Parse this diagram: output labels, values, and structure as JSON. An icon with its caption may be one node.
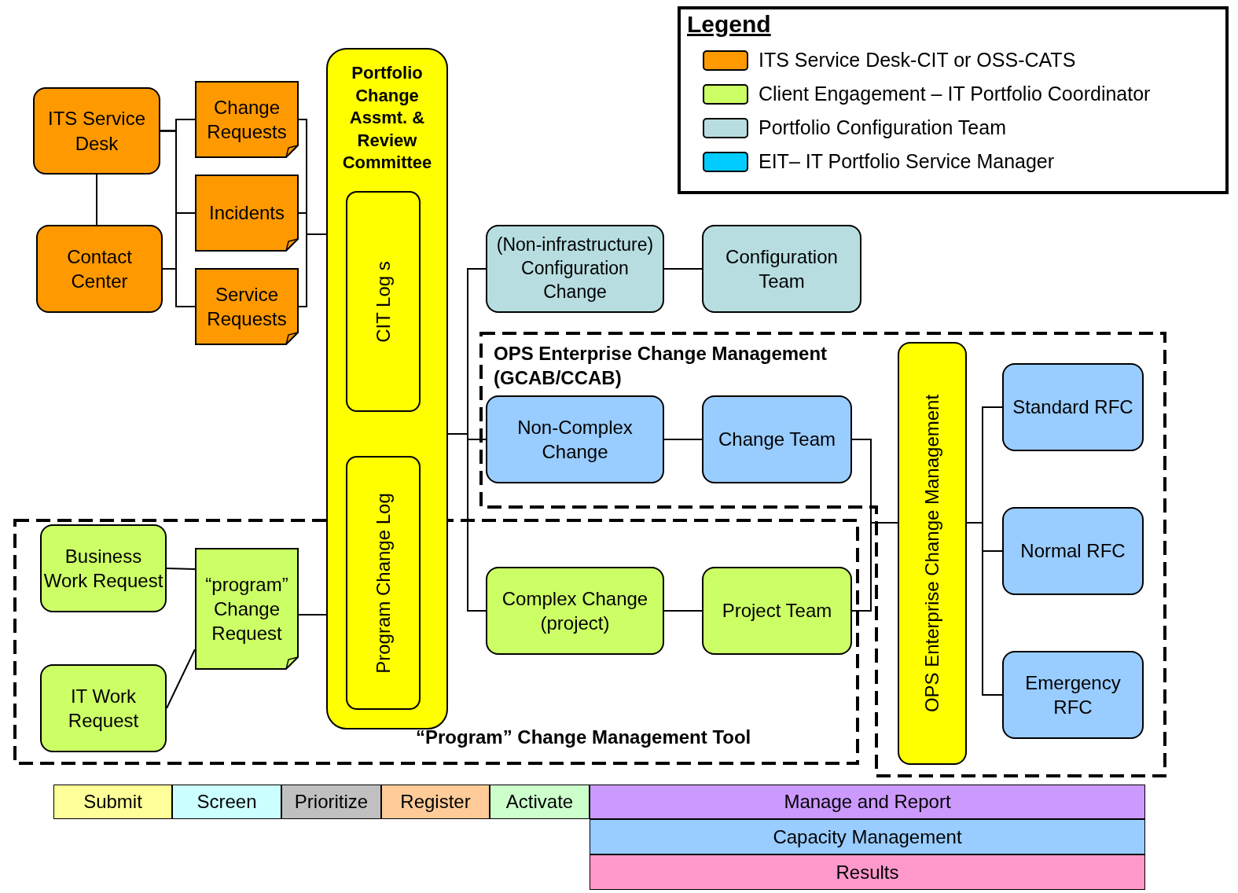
{
  "diagram": {
    "nodes": [
      {
        "text": [
          "ITS Service Desk"
        ]
      },
      {
        "text": [
          "Contact Center"
        ]
      },
      {
        "text": [
          "Change Requests"
        ]
      },
      {
        "text": [
          "Incidents"
        ]
      },
      {
        "text": [
          "Service Requests"
        ]
      },
      {
        "text": [
          "Portfolio Change Assmt. & Review Committee"
        ]
      },
      {
        "text": [
          "CIT Log s"
        ],
        "in": 5
      },
      {
        "text": [
          "Program Change Log"
        ],
        "in": 5
      },
      {
        "text": [
          "(Non-infrastructure) Configuration Change"
        ]
      },
      {
        "text": [
          "Configuration Team"
        ]
      },
      {
        "text": [
          "OPS Enterprise Change Management (GCAB/CCAB)"
        ]
      },
      {
        "text": [
          "Non-Complex Change"
        ],
        "in": 10
      },
      {
        "text": [
          "Change Team"
        ],
        "in": 10
      },
      {
        "text": [
          "“Program” Change Management Tool"
        ]
      },
      {
        "text": [
          "Business Work Request"
        ],
        "in": 13
      },
      {
        "text": [
          "IT Work Request"
        ],
        "in": 13
      },
      {
        "text": [
          "“program” Change Request"
        ],
        "in": 13
      },
      {
        "text": [
          "Complex Change (project)"
        ],
        "in": 13
      },
      {
        "text": [
          "Project Team"
        ],
        "in": 13
      },
      {
        "text": [
          "OPS Enterprise Change Management"
        ],
        "in": 10
      },
      {
        "text": [
          "Standard RFC"
        ],
        "in": 10
      },
      {
        "text": [
          "Normal RFC"
        ],
        "in": 10
      },
      {
        "text": [
          "Emergency RFC"
        ],
        "in": 10
      },
      {
        "text": [
          "Submit"
        ]
      },
      {
        "text": [
          "Screen"
        ]
      },
      {
        "text": [
          "Prioritize"
        ]
      },
      {
        "text": [
          "Register"
        ]
      },
      {
        "text": [
          "Activate"
        ]
      },
      {
        "text": [
          "Manage and Report"
        ]
      },
      {
        "text": [
          "Capacity Management"
        ]
      },
      {
        "text": [
          "Results"
        ]
      }
    ],
    "edges": [
      {
        "from": 0,
        "to": 1,
        "arrow": "none"
      },
      {
        "from": 0,
        "to": 2,
        "arrow": "none"
      },
      {
        "from": 0,
        "to": 3,
        "arrow": "none"
      },
      {
        "from": 0,
        "to": 4,
        "arrow": "none"
      },
      {
        "from": 1,
        "to": 2,
        "arrow": "none"
      },
      {
        "from": 1,
        "to": 3,
        "arrow": "none"
      },
      {
        "from": 1,
        "to": 4,
        "arrow": "none"
      },
      {
        "from": 2,
        "to": 5,
        "arrow": "none"
      },
      {
        "from": 3,
        "to": 5,
        "arrow": "none"
      },
      {
        "from": 4,
        "to": 5,
        "arrow": "none"
      },
      {
        "from": 14,
        "to": 16,
        "arrow": "none"
      },
      {
        "from": 15,
        "to": 16,
        "arrow": "none"
      },
      {
        "from": 16,
        "to": 5,
        "arrow": "none"
      },
      {
        "from": 5,
        "to": 8,
        "arrow": "none"
      },
      {
        "from": 5,
        "to": 11,
        "arrow": "none"
      },
      {
        "from": 5,
        "to": 17,
        "arrow": "none"
      },
      {
        "from": 8,
        "to": 9,
        "arrow": "none"
      },
      {
        "from": 11,
        "to": 12,
        "arrow": "none"
      },
      {
        "from": 17,
        "to": 18,
        "arrow": "none"
      },
      {
        "from": 12,
        "to": 19,
        "arrow": "none"
      },
      {
        "from": 18,
        "to": 19,
        "arrow": "none"
      },
      {
        "from": 19,
        "to": 20,
        "arrow": "none"
      },
      {
        "from": 19,
        "to": 21,
        "arrow": "none"
      },
      {
        "from": 19,
        "to": 22,
        "arrow": "none"
      }
    ],
    "labels": [
      "Legend"
    ],
    "legend": [
      {
        "text": "ITS Service Desk-CIT or OSS-CATS",
        "color": "#ff9900"
      },
      {
        "text": "Client Engagement – IT Portfolio Coordinator",
        "color": "#ccff66"
      },
      {
        "text": "Portfolio Configuration Team",
        "color": "#b7dde0"
      },
      {
        "text": "EIT– IT Portfolio Service Manager",
        "color": "#00ccff"
      }
    ]
  }
}
